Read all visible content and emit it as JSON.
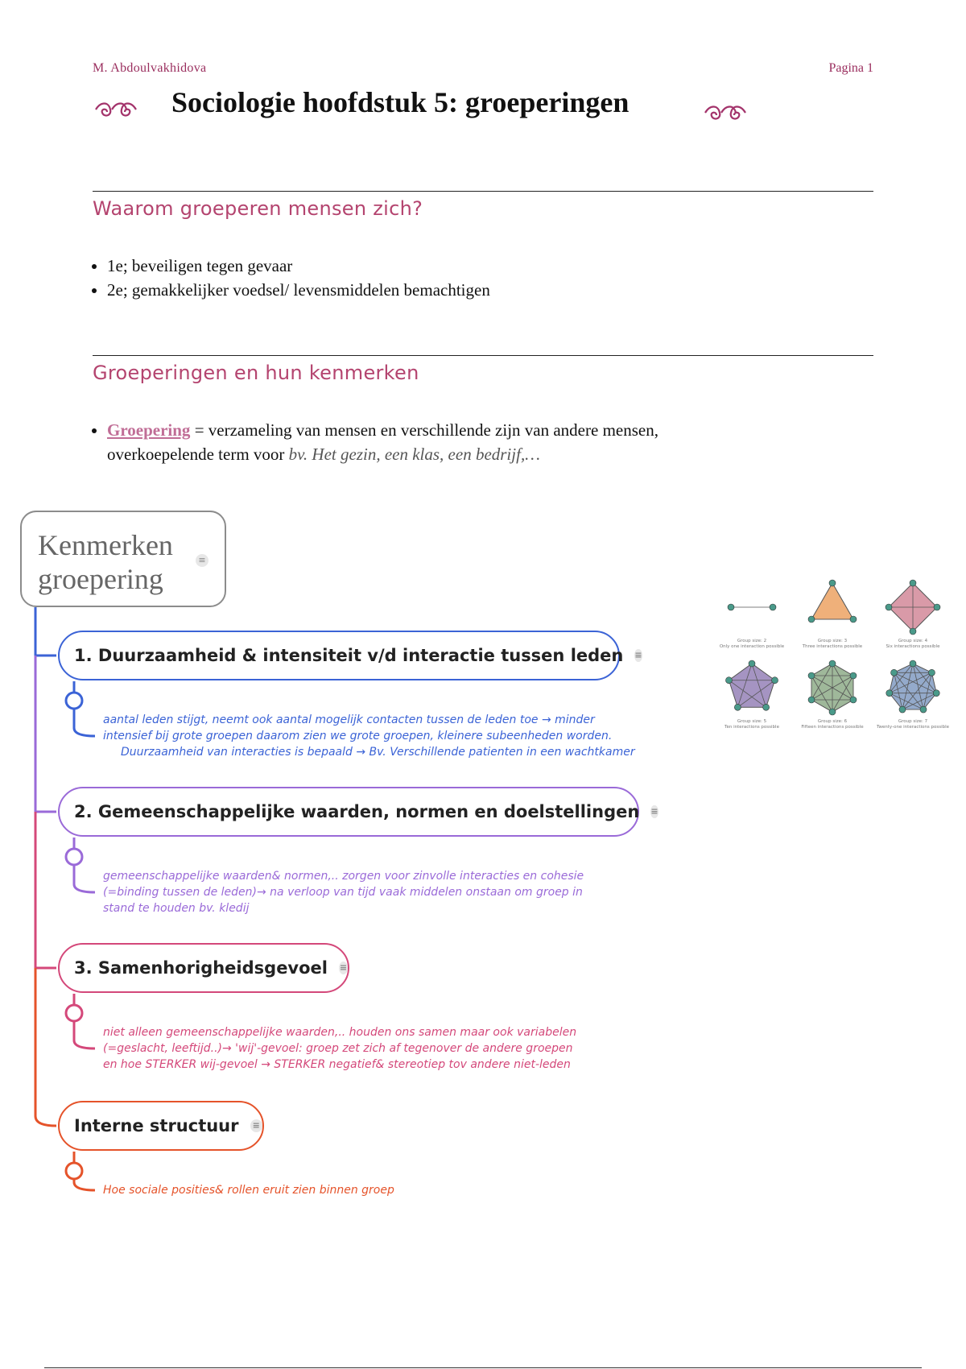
{
  "header": {
    "author": "M. Abdoulvakhidova",
    "page": "Pagina 1",
    "title": "Sociologie hoofdstuk 5: groeperingen",
    "ornament": "❧"
  },
  "section1": {
    "heading": "Waarom groeperen mensen zich?",
    "bullets": [
      "1e; beveiligen tegen gevaar",
      "2e; gemakkelijker voedsel/ levensmiddelen bemachtigen"
    ]
  },
  "section2": {
    "heading": "Groeperingen en hun kenmerken",
    "term": "Groepering",
    "definition": "= verzameling van mensen en verschillende zijn van andere mensen,",
    "definition_line2": "overkoepelende term voor",
    "example": "bv. Het gezin, een klas, een bedrijf,…"
  },
  "mindmap": {
    "root_line1": "Kenmerken",
    "root_line2": "groepering",
    "note_icon": "note-icon",
    "nodes": [
      {
        "label": "1. Duurzaamheid & intensiteit v/d interactie tussen leden",
        "color": "#3b63d6",
        "desc": [
          "aantal leden stijgt, neemt ook aantal mogelijk contacten tussen de leden toe → minder",
          "intensief bij grote groepen daarom zien we grote groepen, kleinere subeenheden worden.",
          "Duurzaamheid van interacties is bepaald → Bv. Verschillende patienten in een wachtkamer"
        ]
      },
      {
        "label": "2. Gemeenschappelijke waarden, normen en doelstellingen",
        "color": "#9a6ad8",
        "desc": [
          "gemeenschappelijke waarden& normen,.. zorgen voor zinvolle interacties en cohesie",
          "(=binding tussen de leden)→ na verloop van tijd vaak middelen onstaan om groep in",
          "stand te houden bv. kledij"
        ]
      },
      {
        "label": "3. Samenhorigheidsgevoel",
        "color": "#d4487a",
        "desc": [
          "niet alleen gemeenschappelijke waarden,.. houden ons samen maar ook variabelen",
          "(=geslacht, leeftijd..)→ 'wij'-gevoel: groep zet zich af tegenover de andere groepen",
          "en hoe STERKER wij-gevoel → STERKER negatief& stereotiep tov andere niet-leden"
        ]
      },
      {
        "label": "Interne structuur",
        "color": "#e5532a",
        "desc": [
          "Hoe sociale posities& rollen eruit zien binnen groep"
        ]
      }
    ]
  },
  "group_figure": {
    "cells": [
      {
        "label1": "Group size: 2",
        "label2": "Only one interaction possible",
        "n": 2,
        "fill": "#ffffff",
        "node": "#4a9a8a"
      },
      {
        "label1": "Group size: 3",
        "label2": "Three interactions possible",
        "n": 3,
        "fill": "#efb07a",
        "node": "#4a9a8a"
      },
      {
        "label1": "Group size: 4",
        "label2": "Six interactions possible",
        "n": 4,
        "fill": "#d99aa8",
        "node": "#4a9a8a"
      },
      {
        "label1": "Group size: 5",
        "label2": "Ten interactions possible",
        "n": 5,
        "fill": "#a594c2",
        "node": "#4a9a8a"
      },
      {
        "label1": "Group size: 6",
        "label2": "Fifteen interactions possible",
        "n": 6,
        "fill": "#9fb89a",
        "node": "#4a9a8a"
      },
      {
        "label1": "Group size: 7",
        "label2": "Twenty-one interactions possible",
        "n": 7,
        "fill": "#94aacb",
        "node": "#4a9a8a"
      }
    ]
  }
}
